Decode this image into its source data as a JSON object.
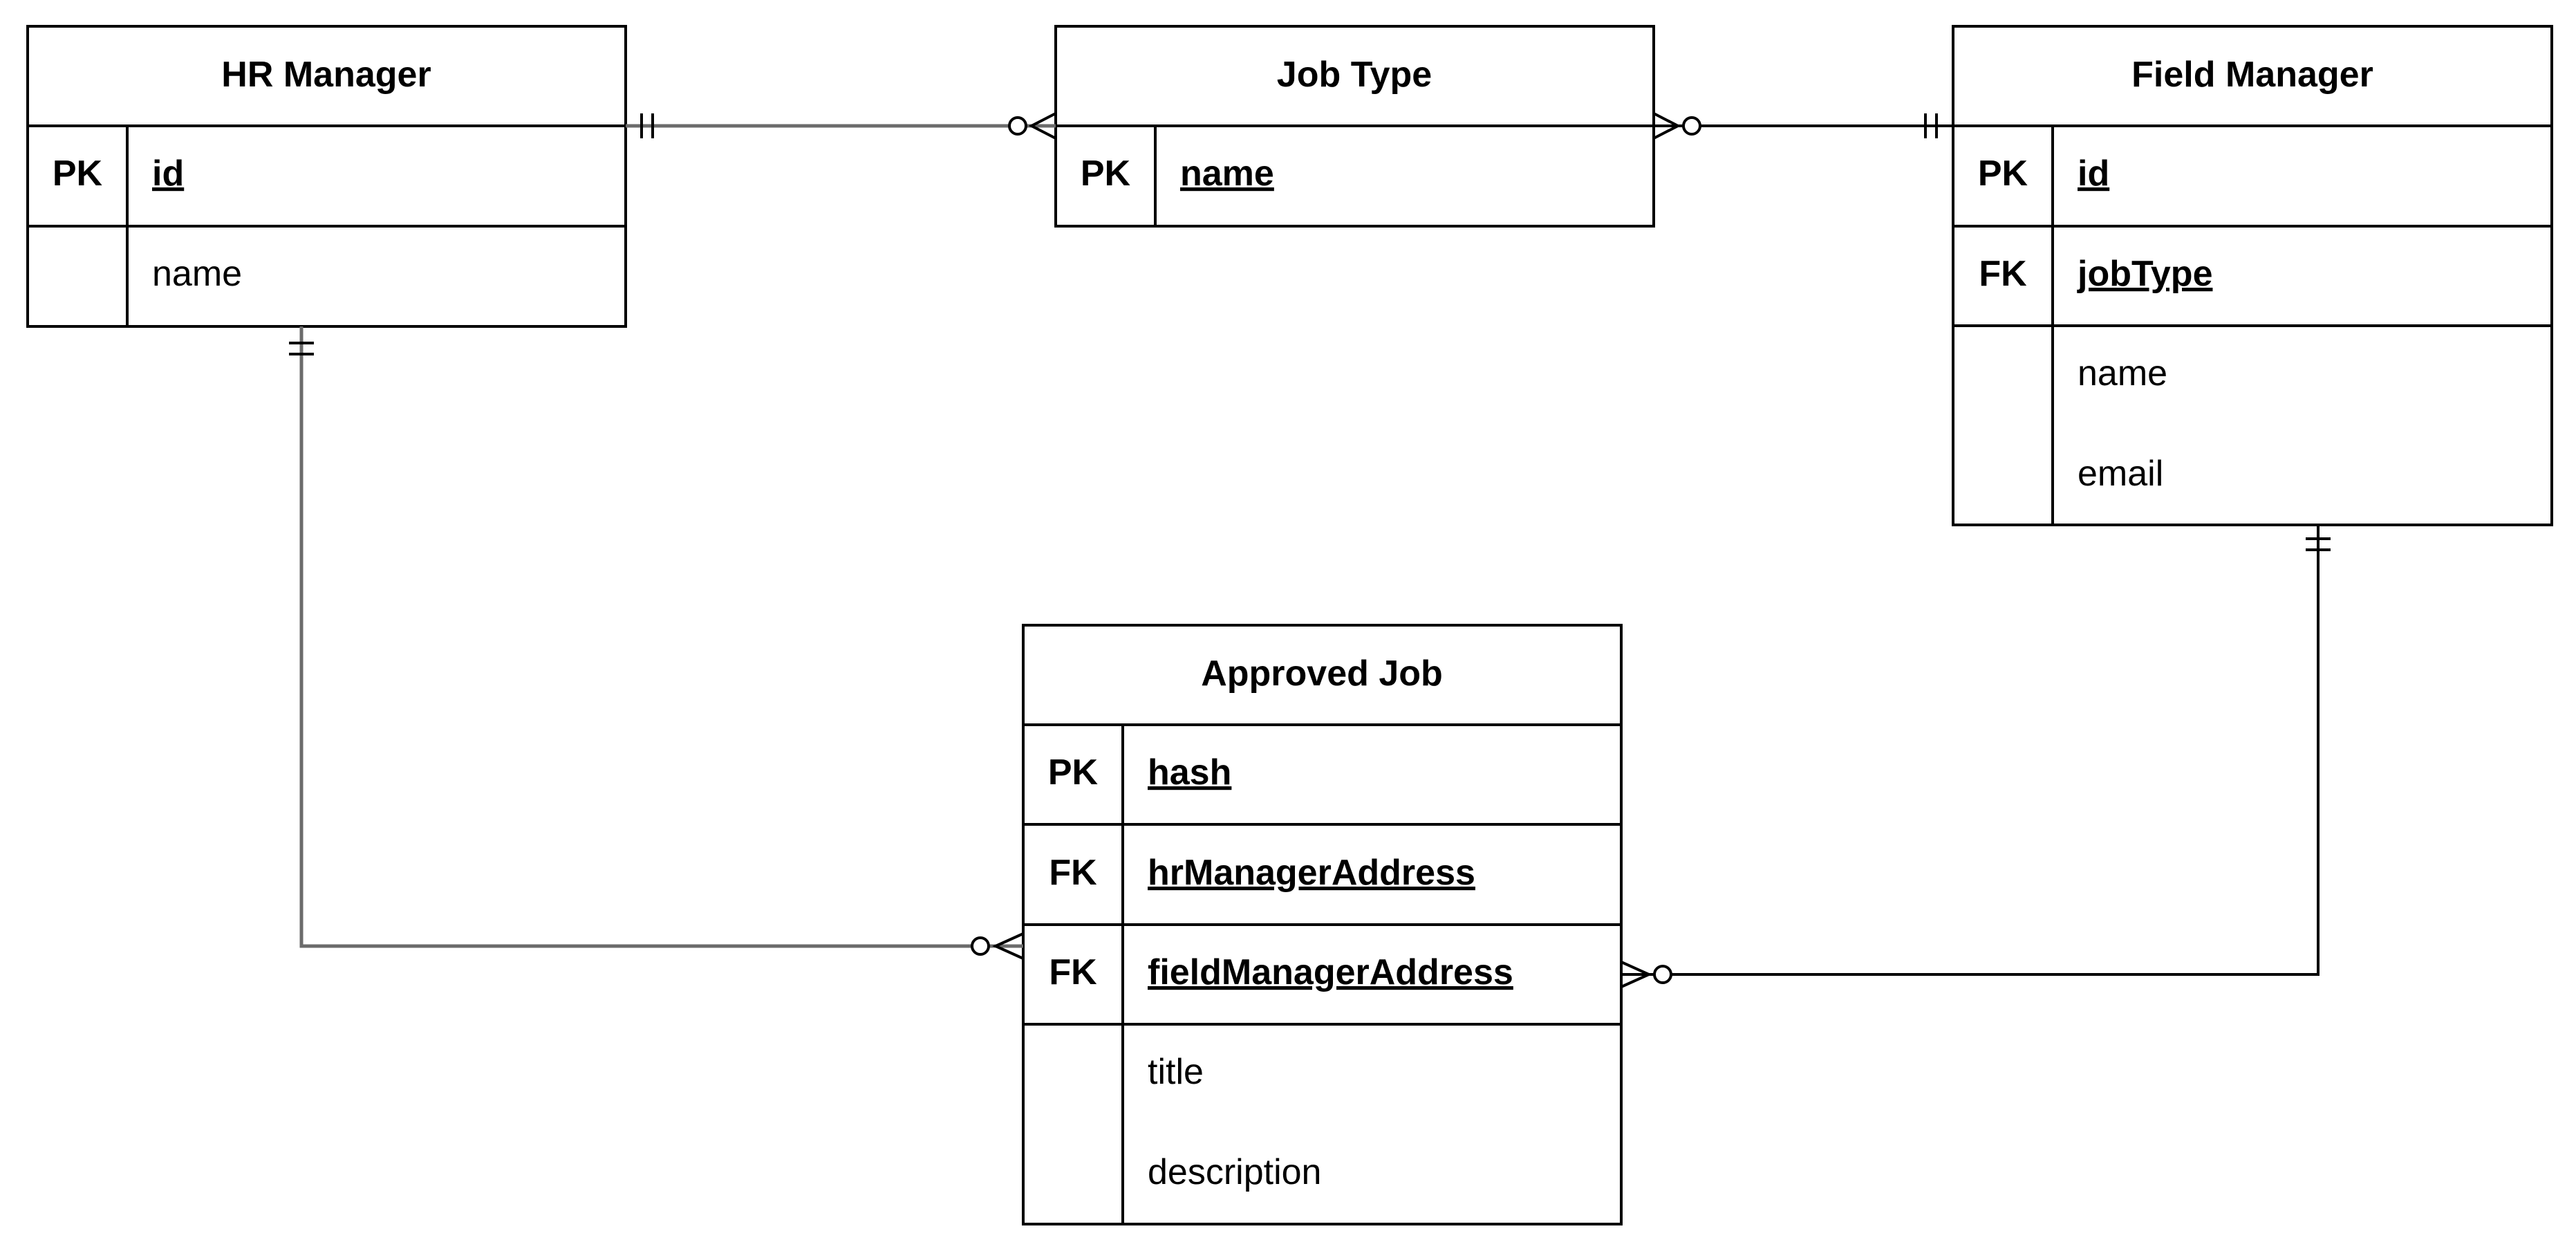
{
  "entities": {
    "hr_manager": {
      "title": "HR Manager",
      "rows": [
        {
          "key": "PK",
          "attr": "id",
          "is_key": true
        },
        {
          "key": "",
          "attr": "name",
          "is_key": false
        }
      ]
    },
    "job_type": {
      "title": "Job Type",
      "rows": [
        {
          "key": "PK",
          "attr": "name",
          "is_key": true
        }
      ]
    },
    "field_manager": {
      "title": "Field Manager",
      "rows": [
        {
          "key": "PK",
          "attr": "id",
          "is_key": true
        },
        {
          "key": "FK",
          "attr": "jobType",
          "is_key": true
        },
        {
          "key": "",
          "attr": "name",
          "is_key": false
        },
        {
          "key": "",
          "attr": "email",
          "is_key": false
        }
      ]
    },
    "approved_job": {
      "title": "Approved Job",
      "rows": [
        {
          "key": "PK",
          "attr": "hash",
          "is_key": true
        },
        {
          "key": "FK",
          "attr": "hrManagerAddress",
          "is_key": true
        },
        {
          "key": "FK",
          "attr": "fieldManagerAddress",
          "is_key": true
        },
        {
          "key": "",
          "attr": "title",
          "is_key": false
        },
        {
          "key": "",
          "attr": "description",
          "is_key": false
        }
      ]
    }
  },
  "relationships": [
    {
      "from": "hr_manager",
      "from_cardinality": "exactly-one",
      "to": "job_type",
      "to_cardinality": "zero-or-many"
    },
    {
      "from": "job_type",
      "from_cardinality": "zero-or-many",
      "to": "field_manager",
      "to_cardinality": "exactly-one"
    },
    {
      "from": "hr_manager",
      "from_cardinality": "exactly-one",
      "to": "approved_job",
      "to_cardinality": "zero-or-many"
    },
    {
      "from": "field_manager",
      "from_cardinality": "exactly-one",
      "to": "approved_job",
      "to_cardinality": "zero-or-many"
    }
  ],
  "colors": {
    "stroke": "#000000",
    "connector_gray": "#6b6b6b",
    "fill": "#ffffff"
  }
}
